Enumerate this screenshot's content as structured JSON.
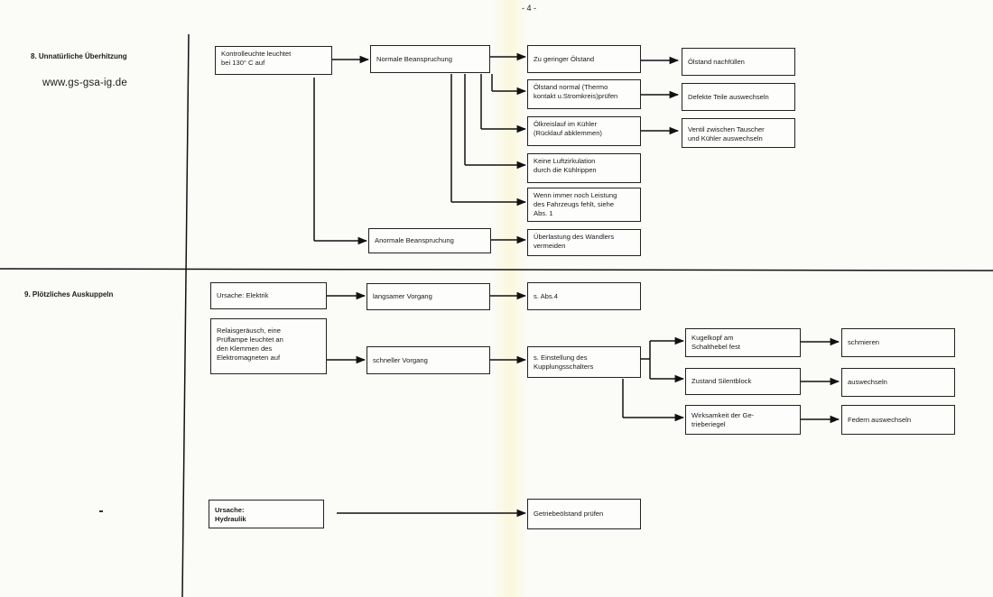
{
  "page_number": "- 4 -",
  "watermark": "www.gs-gsa-ig.de",
  "sections": {
    "s8": {
      "title": "8.  Unnatürliche Überhitzung",
      "boxes": {
        "kontroll": "Kontrolleuchte leuchtet\nbei 130° C auf",
        "normal": "Normale Beanspruchung",
        "anormal": "Anormale Beanspruchung",
        "oel_gering": "Zu geringer Ölstand",
        "oel_normal": "Ölstand normal (Thermo\nkontakt u.Stromkreis)prüfen",
        "oelkreis": "Ölkreislauf im Kühler\n(Rücklauf abklemmen)",
        "luft": "Keine Luftzirkulation\ndurch die Kühlrippen",
        "leistung": "Wenn immer noch Leistung\ndes Fahrzeugs fehlt, siehe\nAbs. 1",
        "nachfuellen": "Ölstand nachfüllen",
        "defekte": "Defekte Teile auswechseln",
        "ventil": "Ventil zwischen Tauscher\nund Kühler auswechseln",
        "ueberlastung": "Überlastung des Wandlers\nvermeiden"
      }
    },
    "s9": {
      "title": "9.  Plötzliches Auskuppeln",
      "boxes": {
        "ursache_elektrik": "Ursache:  Elektrik",
        "langsam": "langsamer Vorgang",
        "abs4": "s. Abs.4",
        "relais": "Relaisgeräusch, eine\nPrüflampe leuchtet an\nden Klemmen des\nElektromagneten auf",
        "schnell": "schneller Vorgang",
        "einstellung": "s. Einstellung des\nKupplungsschalters",
        "kugelkopf": "Kugelkopf am\nSchalthebel fest",
        "zustand": "Zustand Silentblock",
        "wirksamkeit": "Wirksamkeit der Ge-\ntrieberiegel",
        "schmieren": "schmieren",
        "auswechseln": "auswechseln",
        "federn": "Federn auswechseln",
        "ursache_hydraulik": "Ursache:\nHydraulik",
        "getriebe": "Getriebeölstand prüfen"
      }
    }
  }
}
